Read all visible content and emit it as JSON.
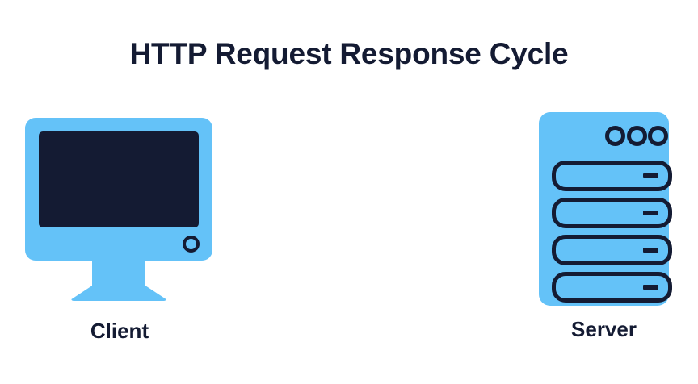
{
  "diagram": {
    "title": "HTTP Request Response Cycle",
    "background_color": "#ffffff",
    "accent_color": "#64C2F8",
    "dark_color": "#141B33",
    "nodes": [
      {
        "id": "client",
        "label": "Client",
        "icon": "desktop-monitor-icon",
        "parts": {
          "screen": "monitor-screen",
          "power_indicator": "power-button-ring",
          "stand": "monitor-stand"
        }
      },
      {
        "id": "server",
        "label": "Server",
        "icon": "server-rack-icon",
        "parts": {
          "status_lights_count": 3,
          "drive_bays_count": 4
        }
      }
    ],
    "connections": []
  }
}
